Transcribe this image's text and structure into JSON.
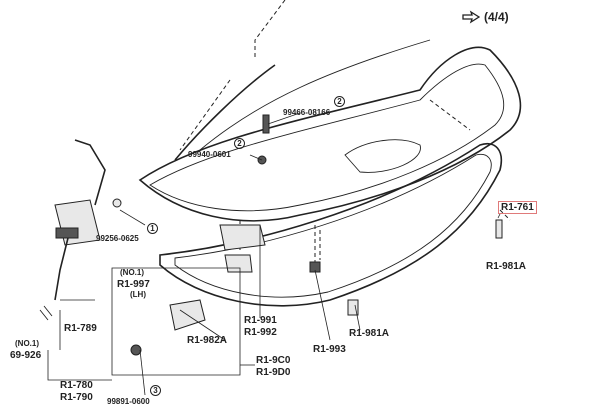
{
  "page_indicator": "(4/4)",
  "icons": {
    "next_page": "hand-pointer-icon"
  },
  "labels": {
    "p99466": "99466-08166",
    "p99940": "99940-0601",
    "p99256": "99256-0625",
    "r1_761": "R1-761",
    "r1_981a_right": "R1-981A",
    "r1_789": "R1-789",
    "no1_top": "(NO.1)",
    "r1_997": "R1-997",
    "lh": "(LH)",
    "no1_left": "(NO.1)",
    "p69926": "69-926",
    "r1_982a": "R1-982A",
    "r1_991": "R1-991",
    "r1_992": "R1-992",
    "r1_993": "R1-993",
    "r1_981a_bottom": "R1-981A",
    "r1_9c0": "R1-9C0",
    "r1_9d0": "R1-9D0",
    "r1_780": "R1-780",
    "r1_790": "R1-790",
    "p99891": "99891-0600"
  },
  "quantities": {
    "q99466": "2",
    "q99940": "2",
    "q99256": "1",
    "q99891": "3"
  }
}
